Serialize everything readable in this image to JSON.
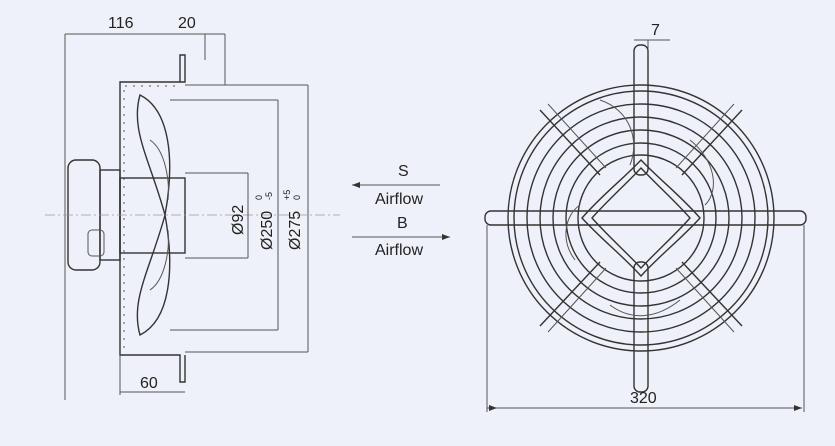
{
  "side_view": {
    "dim_depth": "116",
    "dim_flange": "20",
    "dim_motor": "Ø92",
    "dim_blade": "Ø250",
    "dim_blade_tol_upper": "0",
    "dim_blade_tol_lower": "-5",
    "dim_guard": "Ø275",
    "dim_guard_tol_upper": "+5",
    "dim_guard_tol_lower": "0",
    "dim_bottom": "60"
  },
  "airflow": {
    "s_label": "S",
    "s_airflow": "Airflow",
    "b_label": "B",
    "b_airflow": "Airflow"
  },
  "front_view": {
    "dim_tab": "7",
    "dim_width": "320"
  }
}
